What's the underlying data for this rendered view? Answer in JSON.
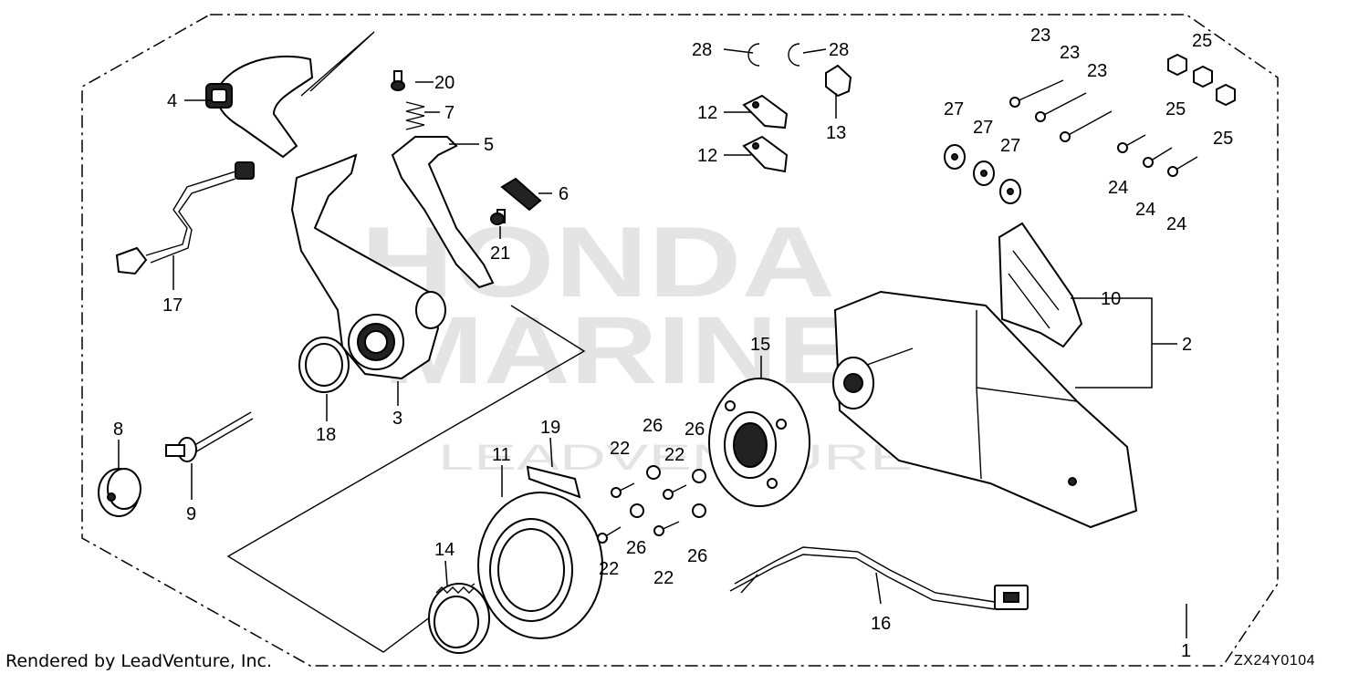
{
  "watermark": {
    "line1": "HONDA",
    "line2": "MARINE",
    "line3": "LEADVENTURE"
  },
  "footer": {
    "credit": "Rendered by LeadVenture, Inc.",
    "diagram_code": "ZX24Y0104"
  },
  "callouts": {
    "c1": "1",
    "c2": "2",
    "c3": "3",
    "c4": "4",
    "c5": "5",
    "c6": "6",
    "c7": "7",
    "c8": "8",
    "c9": "9",
    "c10": "10",
    "c11": "11",
    "c12": "12",
    "c13": "13",
    "c14": "14",
    "c15": "15",
    "c16": "16",
    "c17": "17",
    "c18": "18",
    "c19": "19",
    "c20": "20",
    "c21": "21",
    "c22": "22",
    "c23": "23",
    "c24": "24",
    "c25": "25",
    "c26": "26",
    "c27": "27",
    "c28": "28"
  }
}
